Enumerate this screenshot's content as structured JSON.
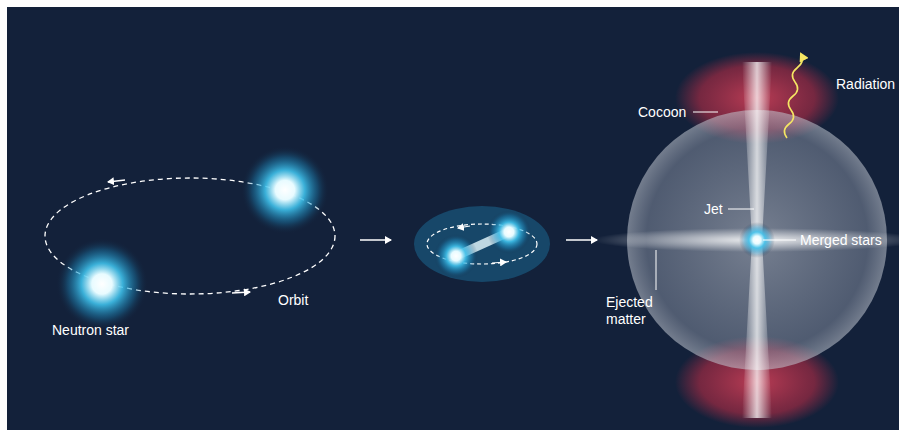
{
  "diagram": {
    "labels": [
      "Neutron star",
      "Orbit",
      "Cocoon",
      "Radiation",
      "Jet",
      "Merged stars",
      "Ejected matter"
    ]
  }
}
